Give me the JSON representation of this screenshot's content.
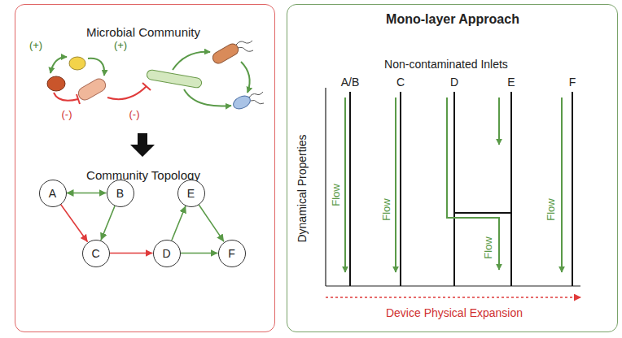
{
  "diagram": {
    "nodes": [
      {
        "text": [
          "Microbial Community",
          "Community Topology"
        ]
      },
      {
        "text": [
          "Mono-layer Approach"
        ]
      },
      {
        "text": [
          "A"
        ],
        "in": 0
      },
      {
        "text": [
          "B"
        ],
        "in": 0
      },
      {
        "text": [
          "C"
        ],
        "in": 0
      },
      {
        "text": [
          "D"
        ],
        "in": 0
      },
      {
        "text": [
          "E"
        ],
        "in": 0
      },
      {
        "text": [
          "F"
        ],
        "in": 0
      }
    ],
    "edges": [
      {
        "from": 2,
        "to": 3,
        "arrow": "both"
      },
      {
        "from": 3,
        "to": 4,
        "arrow": "to"
      },
      {
        "from": 2,
        "to": 4,
        "arrow": "to"
      },
      {
        "from": 4,
        "to": 5,
        "arrow": "to"
      },
      {
        "from": 5,
        "to": 6,
        "arrow": "to"
      },
      {
        "from": 6,
        "to": 7,
        "arrow": "to"
      },
      {
        "from": 5,
        "to": 7,
        "arrow": "to"
      }
    ],
    "labels": [
      "(+)",
      "(+)",
      "(-)",
      "(-)",
      "Non-contaminated Inlets",
      "A/B",
      "C",
      "D",
      "E",
      "F",
      "Flow",
      "Flow",
      "Flow",
      "Flow",
      "Dynamical Properties",
      "Device Physical Expansion"
    ]
  }
}
